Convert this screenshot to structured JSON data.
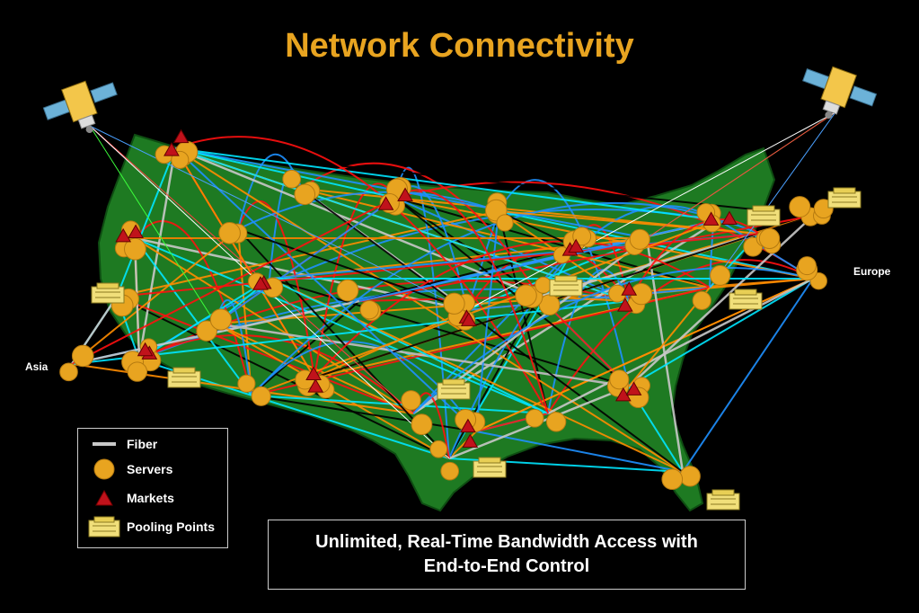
{
  "title": "Network Connectivity",
  "labels": {
    "asia": "Asia",
    "europe": "Europe"
  },
  "legend": {
    "items": [
      {
        "label": "Fiber",
        "icon": "fiber-line-icon"
      },
      {
        "label": "Servers",
        "icon": "server-circle-icon"
      },
      {
        "label": "Markets",
        "icon": "market-triangle-icon"
      },
      {
        "label": "Pooling Points",
        "icon": "pooling-point-building-icon"
      }
    ]
  },
  "caption": {
    "line1": "Unlimited, Real-Time Bandwidth Access with",
    "line2": "End-to-End Control"
  },
  "colors": {
    "title": "#e8a420",
    "map_fill": "#1e7a22",
    "server": "#e8a420",
    "market": "#c0121b",
    "fiber": "#c8c8c8",
    "link_red": "#ff1010",
    "link_blue": "#1e90ff",
    "link_orange": "#ff8c00",
    "link_cyan": "#00e5ff"
  }
}
